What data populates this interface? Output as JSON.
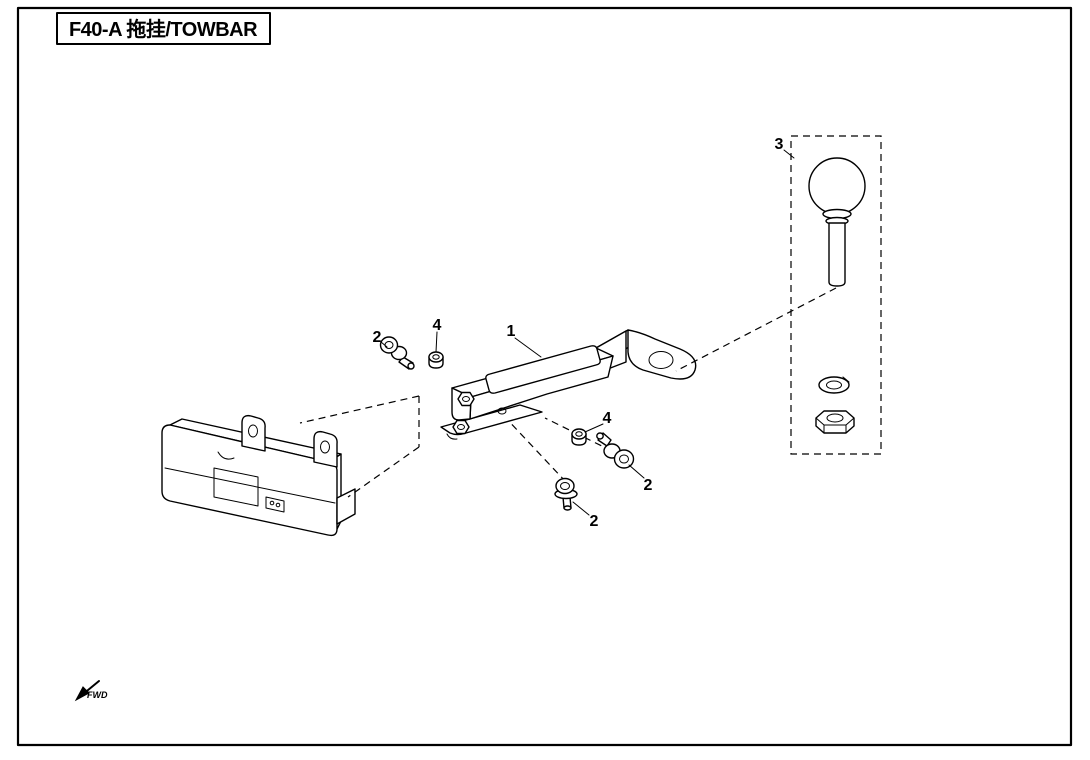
{
  "title": "F40-A 拖挂/TOWBAR",
  "direction_label": "FWD",
  "callouts": [
    {
      "part": "towbar-body",
      "label": "1"
    },
    {
      "part": "bolt-upper-left",
      "label": "2"
    },
    {
      "part": "bolt-right",
      "label": "2"
    },
    {
      "part": "bolt-lower",
      "label": "2"
    },
    {
      "part": "hitch-ball-kit",
      "label": "3"
    },
    {
      "part": "nut-upper-left",
      "label": "4"
    },
    {
      "part": "nut-middle",
      "label": "4"
    }
  ]
}
